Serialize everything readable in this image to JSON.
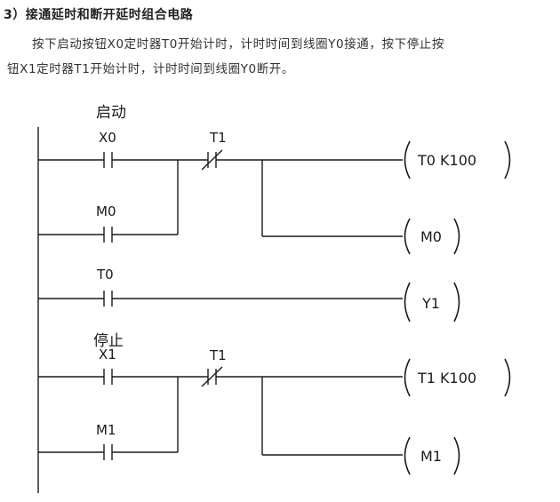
{
  "heading": "3）接通延时和断开延时组合电路",
  "paragraph_line1": "按下启动按钮X0定时器T0开始计时，计时时间到线圈Y0接通，按下停止按",
  "paragraph_line2": "钮X1定时器T1开始计时，计时时间到线圈Y0断开。",
  "diagram": {
    "annotations": {
      "start": "启动",
      "stop": "停止"
    },
    "contacts": {
      "x0": "X0",
      "t1_top": "T1",
      "m0": "M0",
      "t0": "T0",
      "x1": "X1",
      "t1_bottom": "T1",
      "m1": "M1"
    },
    "coils": {
      "t0_k100": "T0 K100",
      "m0": "M0",
      "y1": "Y1",
      "t1_k100": "T1 K100",
      "m1": "M1"
    }
  }
}
